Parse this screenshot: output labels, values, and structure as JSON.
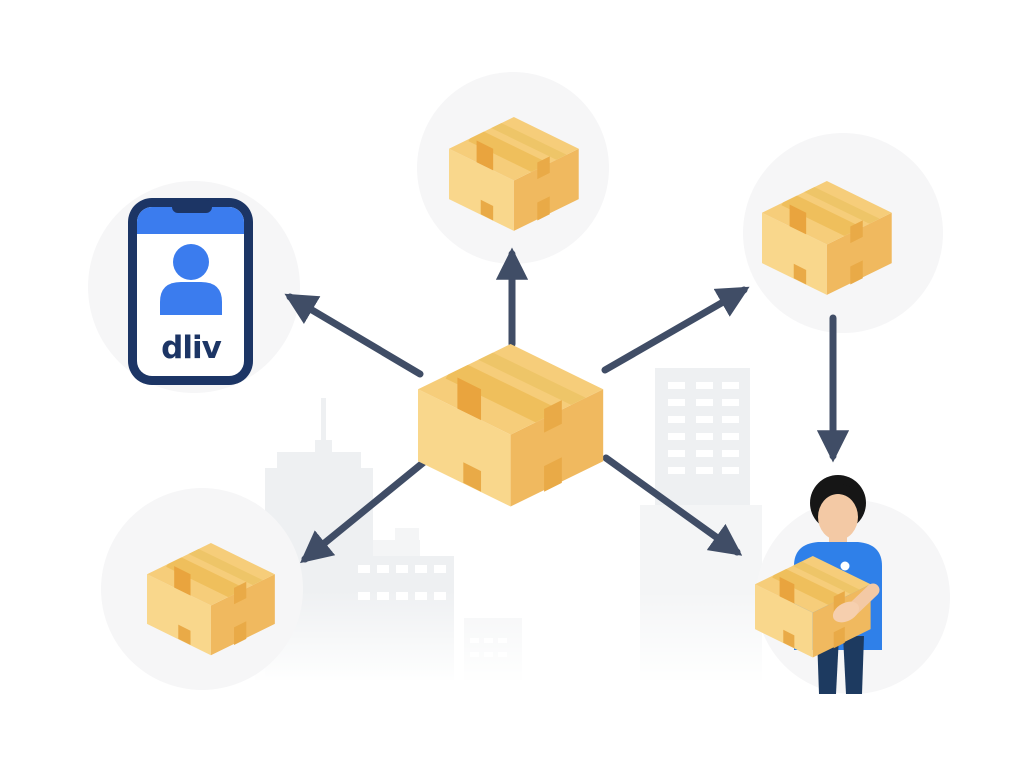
{
  "phone": {
    "app_label": "dliv",
    "icon": "user-avatar-icon"
  },
  "diagram": {
    "type": "distribution-network",
    "center_node": "central-package",
    "nodes": [
      {
        "id": "phone-app",
        "kind": "mobile-app",
        "label": "dliv"
      },
      {
        "id": "package-top",
        "kind": "package"
      },
      {
        "id": "package-top-right",
        "kind": "package"
      },
      {
        "id": "package-bottom-left",
        "kind": "package"
      },
      {
        "id": "courier",
        "kind": "delivery-person-holding-package"
      }
    ],
    "edges": [
      {
        "from": "central-package",
        "to": "phone-app"
      },
      {
        "from": "central-package",
        "to": "package-top"
      },
      {
        "from": "central-package",
        "to": "package-top-right"
      },
      {
        "from": "central-package",
        "to": "package-bottom-left"
      },
      {
        "from": "central-package",
        "to": "courier"
      },
      {
        "from": "package-top-right",
        "to": "courier"
      }
    ],
    "background": "faded city skyline"
  },
  "colors": {
    "white": "#ffffff",
    "circle_bg": "#f6f6f7",
    "skyline": "#eef0f2",
    "skyline_light": "#f4f5f6",
    "arrow": "#404d66",
    "box_left": "#f9d78c",
    "box_top": "#f6cd7a",
    "box_right": "#f0b95f",
    "box_stripe": "#eec568",
    "box_band": "#efbf5c",
    "box_tape": "#e9a43e",
    "box_tab": "#e9aa47",
    "navy": "#1c3565",
    "blue": "#3b7cee",
    "shirt_blue": "#2f80e9",
    "pants_navy": "#1d3a60",
    "skin": "#f3c9a5",
    "skin_light": "#f6cfae",
    "hair": "#161616"
  }
}
